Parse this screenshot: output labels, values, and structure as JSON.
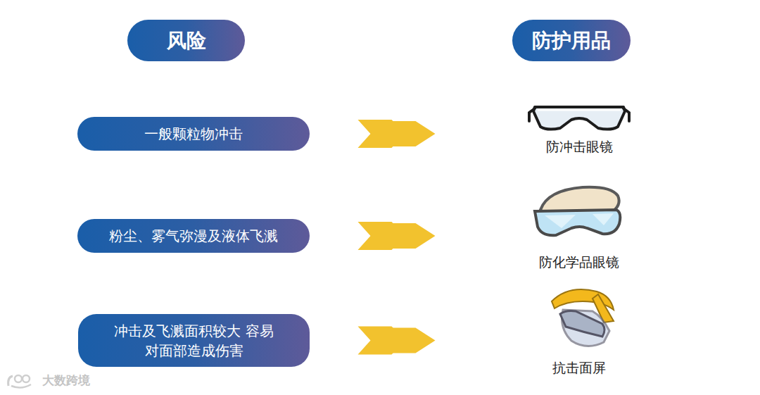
{
  "diagram": {
    "nodes": [
      {
        "text": [
          "风险"
        ]
      },
      {
        "text": [
          "防护用品"
        ]
      },
      {
        "text": [
          "一般颗粒物冲击"
        ]
      },
      {
        "text": [
          "防冲击眼镜"
        ]
      },
      {
        "text": [
          "粉尘、雾气弥漫及液体飞溅"
        ]
      },
      {
        "text": [
          "防化学品眼镜"
        ]
      },
      {
        "text": [
          "冲击及飞溅面积较大 容易对面部造成伤害"
        ]
      },
      {
        "text": [
          "抗击面屏"
        ]
      }
    ],
    "edges": [
      {
        "from": 2,
        "to": 3,
        "arrow": "to"
      },
      {
        "from": 4,
        "to": 5,
        "arrow": "to"
      },
      {
        "from": 6,
        "to": 7,
        "arrow": "to"
      }
    ],
    "labels": [
      "大数跨境"
    ]
  }
}
